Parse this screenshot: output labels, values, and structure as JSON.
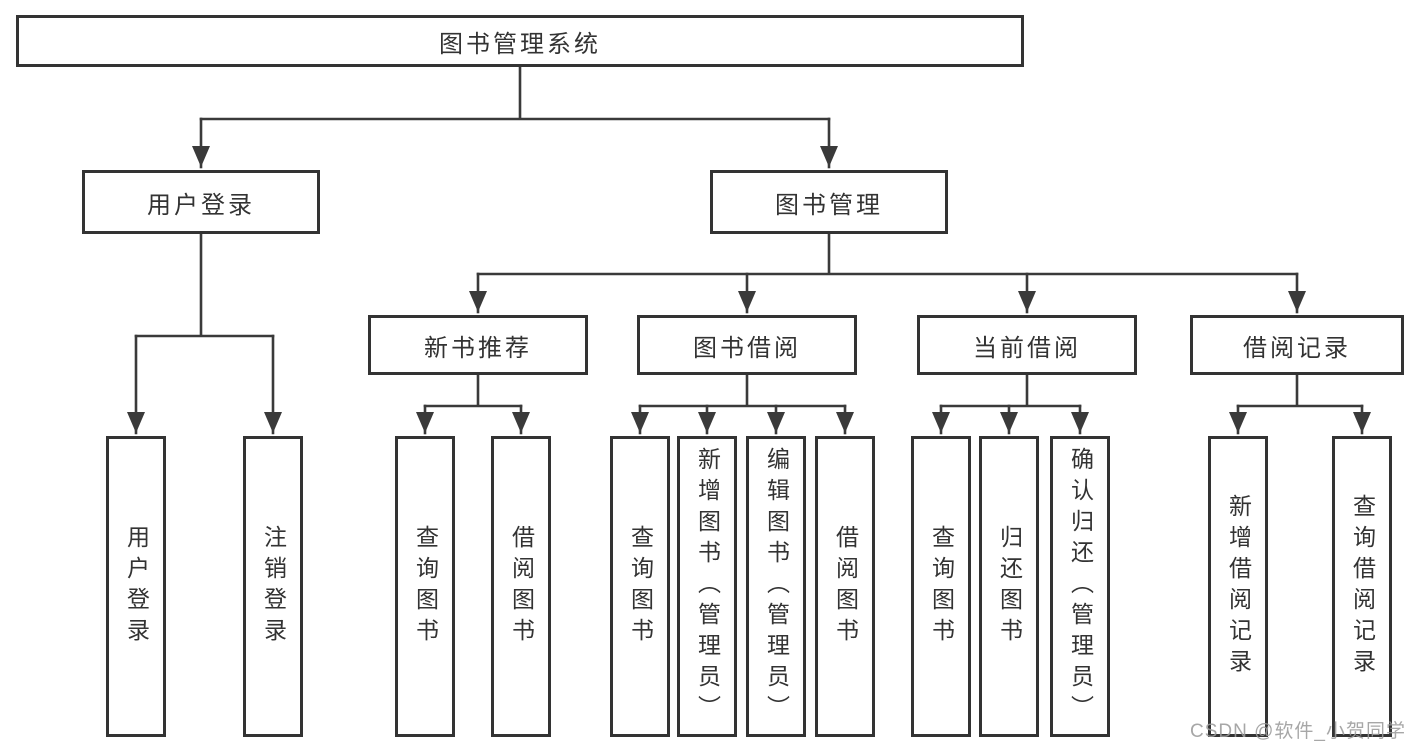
{
  "diagram": {
    "title": "图书管理系统",
    "watermark": "CSDN @软件_小贺同学",
    "colors": {
      "line": "#3a3a3a",
      "border": "#333333",
      "text": "#333333",
      "watermark": "#9b9b9b",
      "background": "#ffffff"
    },
    "root": {
      "label": "图书管理系统"
    },
    "level2": [
      {
        "label": "用户登录",
        "children": [
          {
            "label": "用户登录"
          },
          {
            "label": "注销登录"
          }
        ]
      },
      {
        "label": "图书管理",
        "children": [
          {
            "label": "新书推荐",
            "children": [
              {
                "label": "查询图书"
              },
              {
                "label": "借阅图书"
              }
            ]
          },
          {
            "label": "图书借阅",
            "children": [
              {
                "label": "查询图书"
              },
              {
                "label": "新增图书（管理员）"
              },
              {
                "label": "编辑图书（管理员）"
              },
              {
                "label": "借阅图书"
              }
            ]
          },
          {
            "label": "当前借阅",
            "children": [
              {
                "label": "查询图书"
              },
              {
                "label": "归还图书"
              },
              {
                "label": "确认归还（管理员）"
              }
            ]
          },
          {
            "label": "借阅记录",
            "children": [
              {
                "label": "新增借阅记录"
              },
              {
                "label": "查询借阅记录"
              }
            ]
          }
        ]
      }
    ]
  }
}
